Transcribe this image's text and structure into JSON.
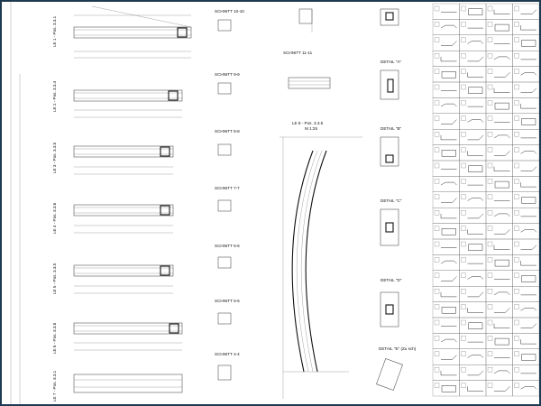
{
  "sheet": {
    "beam_elevations": [
      {
        "id": "beam-1",
        "title": "LE 1 - Pos. 3.3.1"
      },
      {
        "id": "beam-2",
        "title": "LE 2 - Pos. 3.3.4"
      },
      {
        "id": "beam-3",
        "title": "LE 3 - Pos. 3.3.5"
      },
      {
        "id": "beam-4",
        "title": "LE 4 - Pos. 3.3.6"
      },
      {
        "id": "beam-5",
        "title": "LE 5 - Pos. 3.3.5"
      },
      {
        "id": "beam-6",
        "title": "LE 6 - Pos. 3.3.8"
      },
      {
        "id": "beam-7",
        "title": "LE 7 - Pos. 3.3.1"
      }
    ],
    "sections": [
      {
        "id": "section-10",
        "title": "SCHNITT 10-10"
      },
      {
        "id": "section-9",
        "title": "SCHNITT 9-9"
      },
      {
        "id": "section-8",
        "title": "SCHNITT 8-8"
      },
      {
        "id": "section-7",
        "title": "SCHNITT 7-7"
      },
      {
        "id": "section-6",
        "title": "SCHNITT 6-6"
      },
      {
        "id": "section-5",
        "title": "SCHNITT 5-5"
      },
      {
        "id": "section-4",
        "title": "SCHNITT 4-4"
      }
    ],
    "section_11": {
      "title": "SCHNITT 11-11"
    },
    "curved_beam": {
      "title": "LE 8 - Pos. 3.3.5",
      "scale": "M 1:25"
    },
    "details": [
      {
        "id": "detail-a",
        "title": "DETAIL \"A\""
      },
      {
        "id": "detail-b",
        "title": "DETAIL \"B\""
      },
      {
        "id": "detail-c",
        "title": "DETAIL \"C\""
      },
      {
        "id": "detail-d",
        "title": "DETAIL \"D\""
      },
      {
        "id": "detail-e",
        "title": "DETAIL \"E\" (Zu sch)"
      }
    ],
    "scale_label": "M 1:25"
  }
}
